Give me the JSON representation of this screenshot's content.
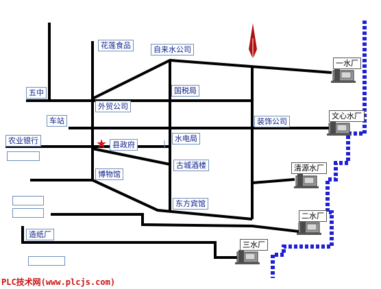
{
  "labels": {
    "lianhua_food": "花莲食品",
    "water_company": "自来水公司",
    "wuzhong": "五中",
    "tax_bureau": "国税局",
    "foreign_trade": "外贸公司",
    "bus_station": "车站",
    "decoration_company": "装饰公司",
    "agri_bank": "农业银行",
    "county_gov": "县政府",
    "hydropower_bureau": "水电局",
    "ancient_tower": "古城酒楼",
    "museum": "博物馆",
    "dongfang_hotel": "东方宾馆",
    "paper_mill": "造纸厂"
  },
  "plants": {
    "p1": "一水厂",
    "p_wenxin": "文心水厂",
    "p_qingyuan": "清源水厂",
    "p2": "二水厂",
    "p3": "三水厂"
  },
  "footer": "PLC技术网(www.plcjs.com)",
  "colors": {
    "road": "#000000",
    "label_text": "#0b1f8a",
    "label_border": "#6f8fb8",
    "pipe": "#1f1fd6",
    "star": "#e01010",
    "north_arrow": "#b01010"
  },
  "icons": {
    "north": "north-arrow-icon",
    "gov_marker": "star-icon",
    "plant": "pump-station-icon"
  }
}
